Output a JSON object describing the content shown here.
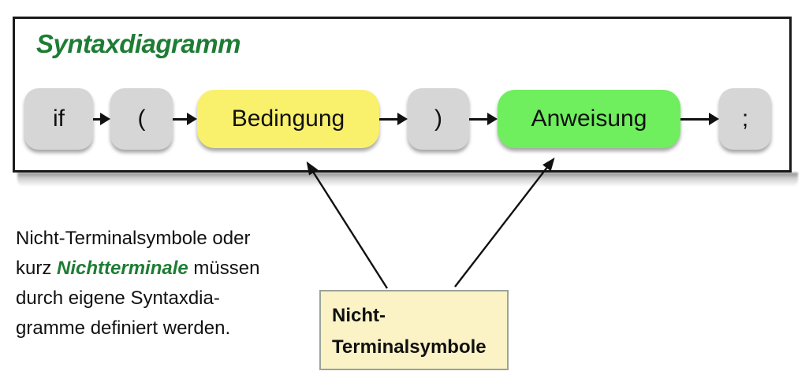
{
  "title": "Syntaxdiagramm",
  "colors": {
    "title_green": "#1e7c34",
    "terminal_gray": "#d6d6d6",
    "nonterminal_yellow": "#f9f06c",
    "nonterminal_green": "#6fee5e",
    "callout_background": "#fbf3c6",
    "arrow_black": "#111111"
  },
  "diagram": {
    "nodes": [
      {
        "label": "if",
        "type": "terminal"
      },
      {
        "label": "(",
        "type": "terminal"
      },
      {
        "label": "Bedingung",
        "type": "nonterminal-yellow"
      },
      {
        "label": ")",
        "type": "terminal"
      },
      {
        "label": "Anweisung",
        "type": "nonterminal-green"
      },
      {
        "label": ";",
        "type": "terminal"
      }
    ]
  },
  "paragraph": {
    "line1": "Nicht-Terminalsymbole oder",
    "line2_pre": "kurz ",
    "line2_highlight": "Nichtterminale",
    "line2_post": " müssen",
    "line3": "durch eigene Syntaxdia-",
    "line4": "gramme definiert werden."
  },
  "callout": {
    "line1": "Nicht-",
    "line2": "Terminalsymbole"
  }
}
